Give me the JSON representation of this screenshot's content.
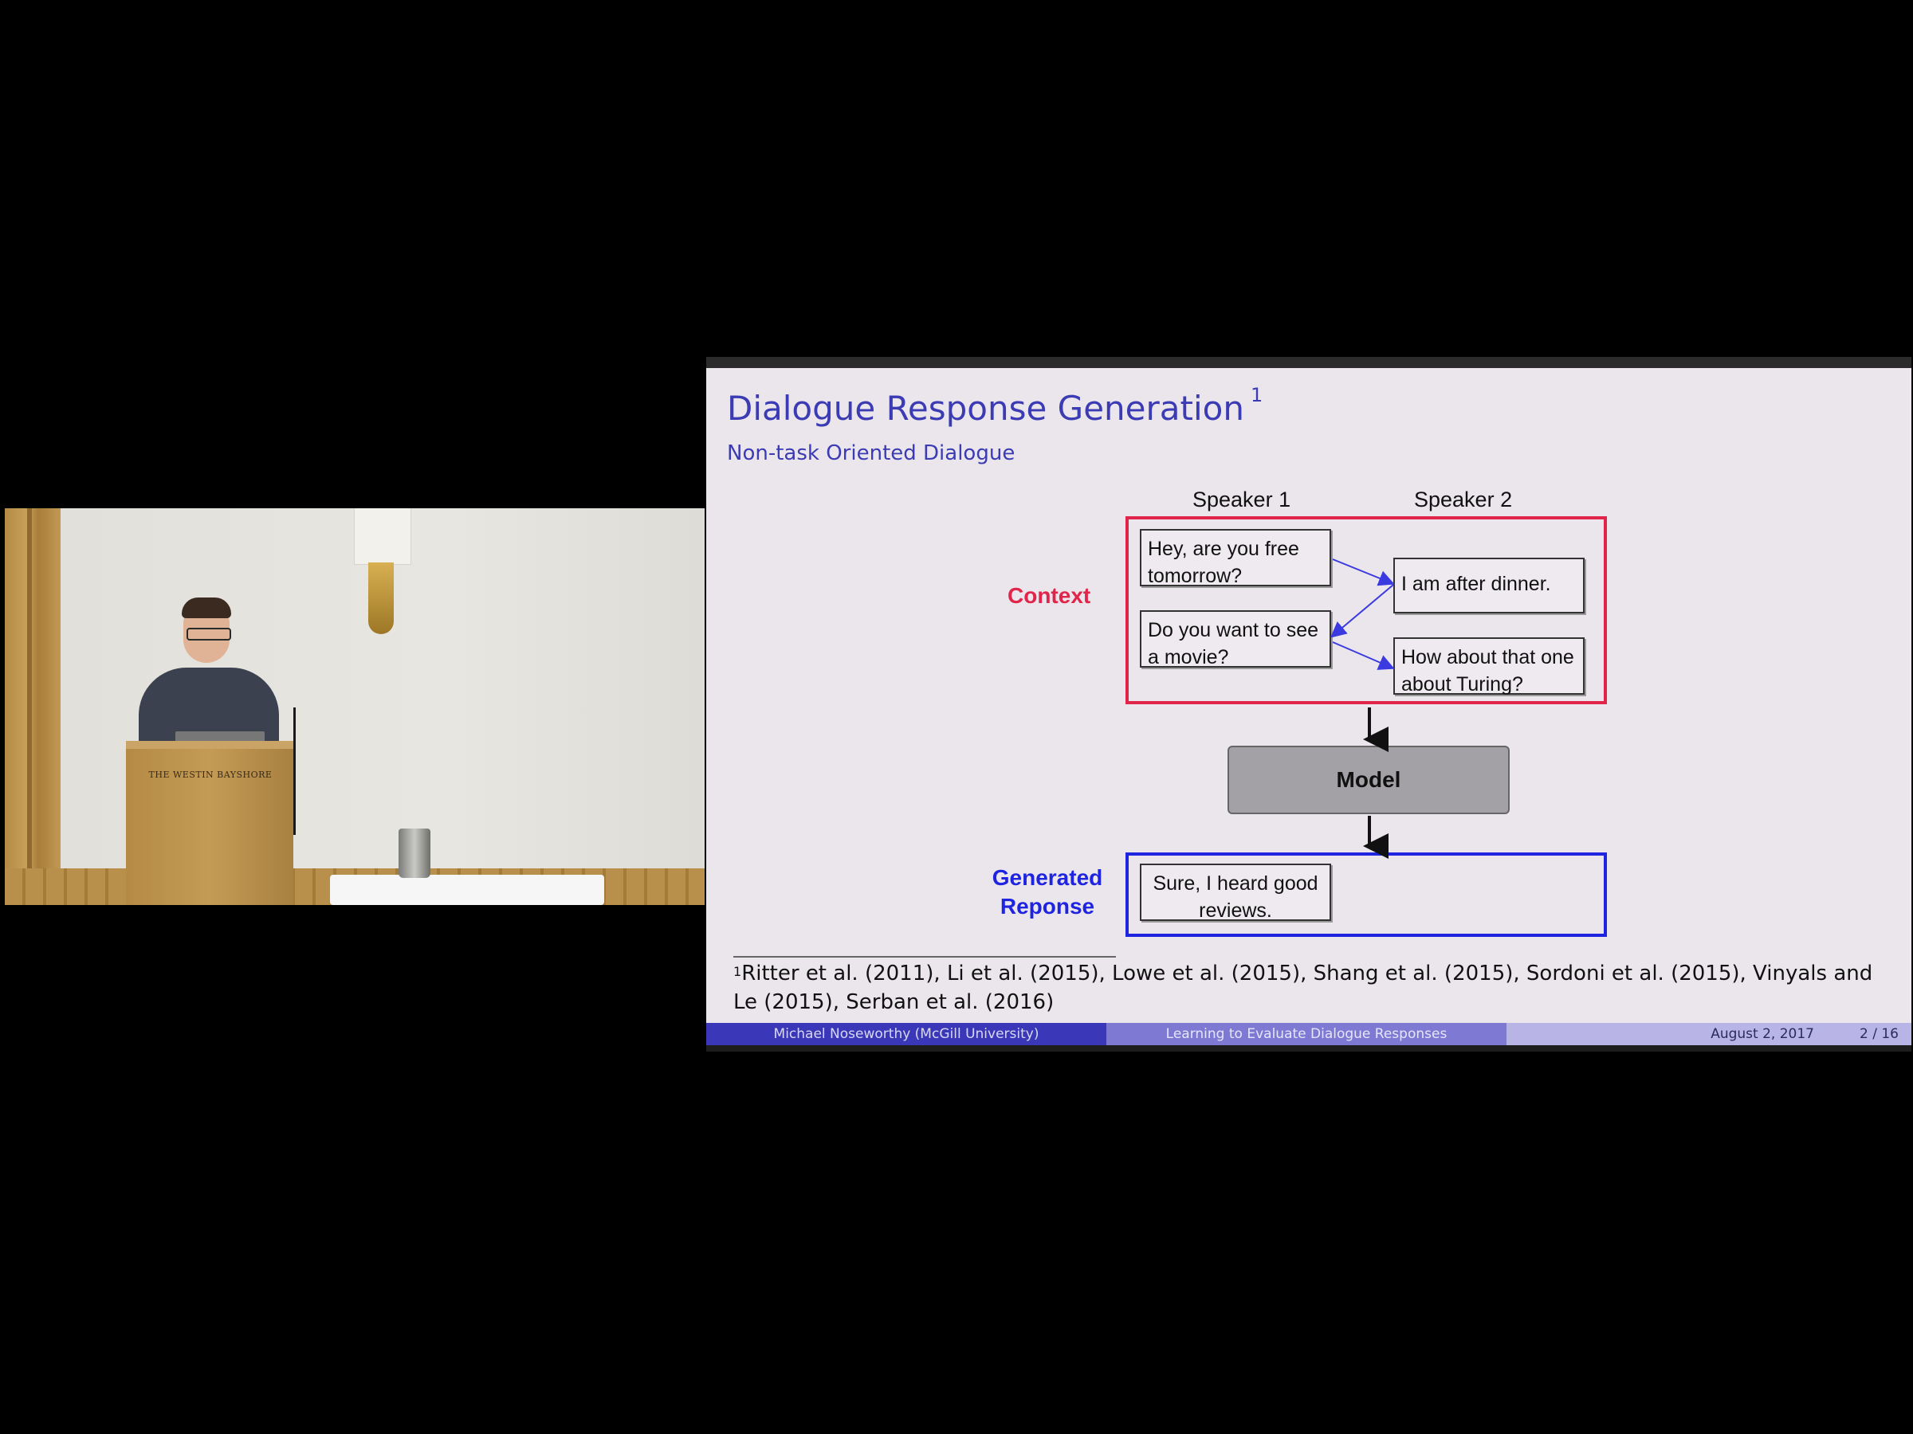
{
  "video": {
    "podium_text": "THE WESTIN BAYSHORE"
  },
  "slide": {
    "title": "Dialogue Response Generation",
    "title_footnote_mark": "1",
    "subtitle": "Non-task Oriented Dialogue",
    "diagram": {
      "speaker1_label": "Speaker 1",
      "speaker2_label": "Speaker 2",
      "context_label": "Context",
      "model_label": "Model",
      "generated_label_line1": "Generated",
      "generated_label_line2": "Reponse",
      "speaker1_messages": [
        "Hey, are you free tomorrow?",
        "Do you want to see a movie?"
      ],
      "speaker2_messages": [
        "I am after dinner.",
        "How about that one about Turing?"
      ],
      "response": "Sure, I heard good reviews.",
      "colors": {
        "context": "#e0244a",
        "response": "#1e24e0",
        "arrows": "#3a3ae0"
      }
    },
    "footnote_mark": "1",
    "footnote": "Ritter et al. (2011), Li et al. (2015), Lowe et al. (2015), Shang et al. (2015), Sordoni et al. (2015), Vinyals and Le (2015), Serban et al. (2016)",
    "footer": {
      "author": "Michael Noseworthy (McGill University)",
      "talk_title": "Learning to Evaluate Dialogue Responses",
      "date": "August 2, 2017",
      "page": "2 / 16"
    }
  }
}
